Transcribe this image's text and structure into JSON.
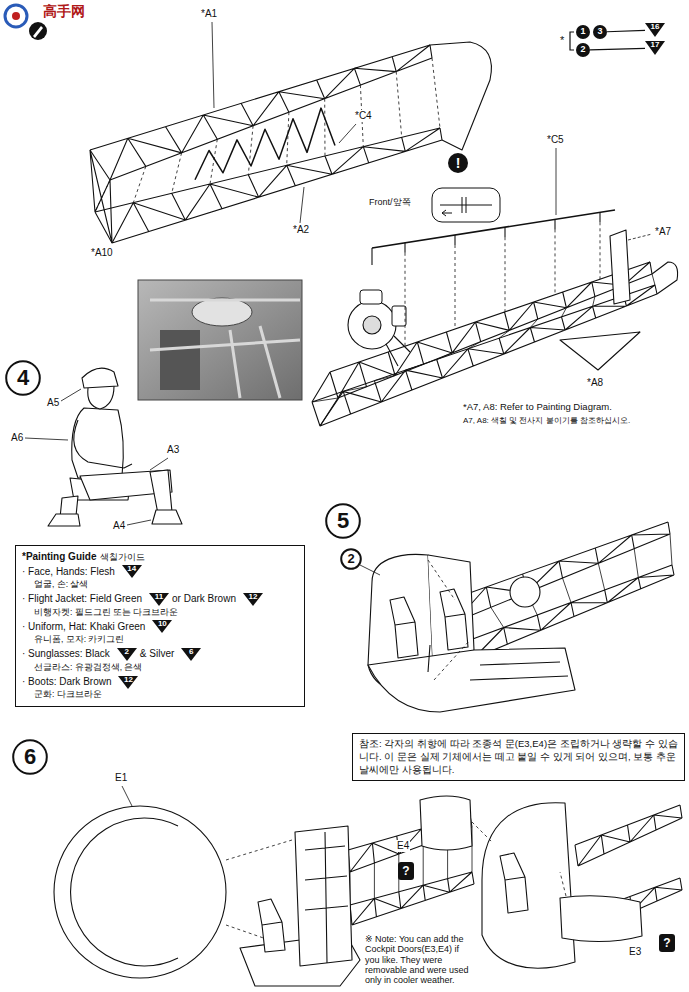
{
  "diagram": {
    "nodes": [
      {
        "text": [
          "4"
        ]
      },
      {
        "text": [
          "5"
        ]
      },
      {
        "text": [
          "6"
        ]
      },
      {
        "text": [
          "2"
        ]
      },
      {
        "text": [
          "*Painting Guide",
          "색칠가이드",
          "· Face, Hands: Flesh",
          "얼굴, 손: 살색",
          "· Flight Jacket: Field Green",
          "or Dark Brown",
          "비행자켓: 필드그린 또는 다크브라운",
          "· Uniform, Hat: Khaki Green",
          "유니폼, 모자: 카키그린",
          "· Sunglasses: Black",
          "& Silver",
          "선글라스: 유광검정색, 은색",
          "· Boots: Dark Brown",
          "군화: 다크브라운"
        ]
      },
      {
        "text": [
          "14"
        ],
        "in": 4
      },
      {
        "text": [
          "11"
        ],
        "in": 4
      },
      {
        "text": [
          "12"
        ],
        "in": 4
      },
      {
        "text": [
          "10"
        ],
        "in": 4
      },
      {
        "text": [
          "2"
        ],
        "in": 4
      },
      {
        "text": [
          "6"
        ],
        "in": 4
      },
      {
        "text": [
          "12"
        ],
        "in": 4
      },
      {
        "text": [
          "1"
        ]
      },
      {
        "text": [
          "3"
        ]
      },
      {
        "text": [
          "2"
        ]
      },
      {
        "text": [
          "16"
        ]
      },
      {
        "text": [
          "17"
        ]
      },
      {
        "text": [
          "참조: 각자의 취향에 따라 조종석 문(E3,E4)은 조립하거나 생략할 수 있습니다. 이 문은 실제 기체에서는 떼고 붙일 수 있게 되어 있으며, 보통 추운 날씨에만 사용됩니다."
        ]
      },
      {
        "text": [
          "?"
        ]
      },
      {
        "text": [
          "?"
        ]
      },
      {
        "text": [
          "!"
        ]
      }
    ],
    "edges": [
      {
        "from": 13,
        "to": 15,
        "arrow": "none"
      },
      {
        "from": 14,
        "to": 16,
        "arrow": "none"
      }
    ],
    "labels": [
      "高手网",
      "*",
      "*A1",
      "*C4",
      "*A2",
      "*A10",
      "*C5",
      "Front/앞쪽",
      "*A7",
      "*A8",
      "A5",
      "A6",
      "A3",
      "A4",
      "*A7, A8: Refer to Painting Diagram.",
      "A7, A8: 색칠 및 전사지 붙이기를 참조하십시오.",
      "E1",
      "E4",
      "E3",
      "※ Note: You can add the Cockpit Doors(E3,E4) if you like. They were removable and were used only in cooler weather."
    ]
  }
}
